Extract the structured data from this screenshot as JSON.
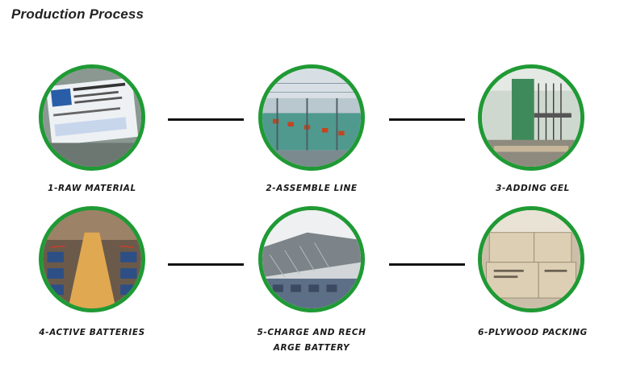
{
  "page": {
    "title": "Production Process"
  },
  "steps": [
    {
      "label": "1-RAW MATERIAL",
      "image_icon": "raw-material-photo"
    },
    {
      "label": "2-ASSEMBLE LINE",
      "image_icon": "assembly-line-photo"
    },
    {
      "label": "3-ADDING GEL",
      "image_icon": "adding-gel-photo"
    },
    {
      "label": "4-ACTIVE BATTERIES",
      "image_icon": "active-batteries-photo"
    },
    {
      "label_line1": "5-CHARGE AND RECH",
      "label_line2": "ARGE BATTERY",
      "image_icon": "charge-battery-photo"
    },
    {
      "label": "6-PLYWOOD PACKING",
      "image_icon": "plywood-packing-photo"
    }
  ],
  "colors": {
    "circle_border": "#1f9a34",
    "connector": "#111111"
  }
}
